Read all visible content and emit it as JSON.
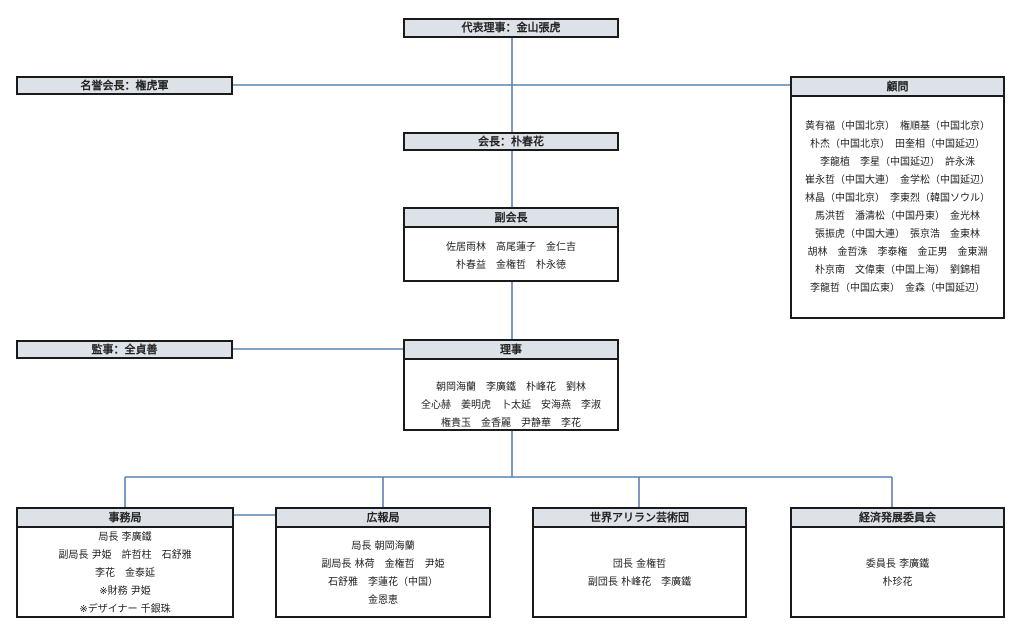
{
  "representative": "代表理事：金山張虎",
  "honorary": "名誉会長：権虎軍",
  "chairman": "会長：朴春花",
  "advisors": {
    "title": "顧問",
    "lines": [
      "黄有福（中国北京）　権順基（中国北京）",
      "朴杰（中国北京）　田奎相（中国延辺）",
      "李龍植　李星（中国延辺）　許永洙",
      "崔永哲（中国大連）　金学松（中国延辺）",
      "林晶（中国北京）　李東烈（韓国ソウル）",
      "馬洪哲　潘清松（中国丹東）　金光林",
      "張振虎（中国大連）　張京浩　金東林",
      "胡林　金哲洙　李泰権　金正男　金東淵",
      "朴京南　文偉東（中国上海）　劉錦相",
      "李龍哲（中国広東）　金森（中国延辺）"
    ]
  },
  "vice": {
    "title": "副会長",
    "lines": [
      "佐居雨林　高尾蓮子　金仁吉",
      "朴春益　金権哲　朴永徳"
    ]
  },
  "auditor": "監事：全貞善",
  "board": {
    "title": "理事",
    "lines": [
      "朝岡海蘭　李廣鐵　朴峰花　劉林",
      "全心赫　姜明虎　卜太延　安海燕　李淑",
      "権貴玉　金香麗　尹静華　李花"
    ]
  },
  "secretariat": {
    "title": "事務局",
    "lines": [
      "局長 李廣鐵",
      "副局長 尹姫　許哲柱　石舒雅",
      "李花　金泰延",
      "※財務 尹姫",
      "※デザイナー 千銀珠"
    ]
  },
  "pr": {
    "title": "広報局",
    "lines": [
      "局長 朝岡海蘭",
      "副局長 林荷　金権哲　尹姫",
      "石舒雅　李蓮花（中国）",
      "金恩恵"
    ]
  },
  "arts": {
    "title": "世界アリラン芸術団",
    "lines": [
      "団長 金権哲",
      "副団長 朴峰花　李廣鐵"
    ]
  },
  "econ": {
    "title": "経済発展委員会",
    "lines": [
      "委員長 李廣鐵",
      "朴珍花"
    ]
  },
  "colors": {
    "line": "#5b80b4",
    "header_bg": "#dde1e8",
    "border": "#1a1a1a"
  }
}
